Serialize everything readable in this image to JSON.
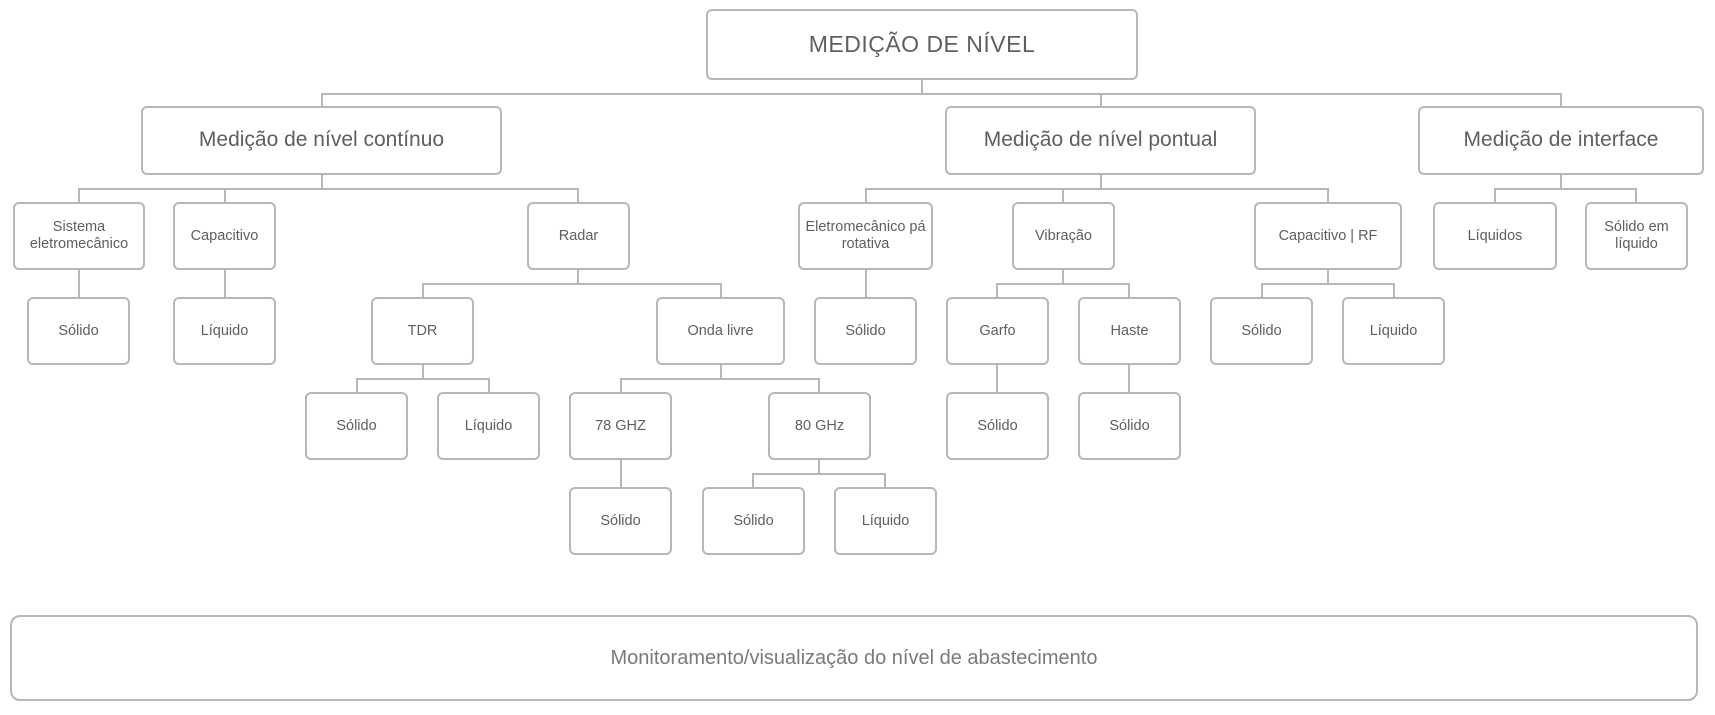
{
  "diagram": {
    "root": "MEDIÇÃO DE NÍVEL",
    "categories": {
      "continuo": "Medição de nível contínuo",
      "pontual": "Medição de nível pontual",
      "interface": "Medição de interface"
    },
    "nodes": {
      "sistema": "Sistema eletromecânico",
      "capacitivo": "Capacitivo",
      "radar": "Radar",
      "solido_sistema": "Sólido",
      "liquido_capacitivo": "Líquido",
      "tdr": "TDR",
      "onda_livre": "Onda livre",
      "solido_tdr": "Sólido",
      "liquido_tdr": "Líquido",
      "ghz78": "78 GHZ",
      "ghz80": "80 GHz",
      "solido_78": "Sólido",
      "solido_80": "Sólido",
      "liquido_80": "Líquido",
      "eletromecanico": "Eletromecânico pá rotativa",
      "vibracao": "Vibração",
      "capacitivo_rf": "Capacitivo | RF",
      "solido_eletro": "Sólido",
      "garfo": "Garfo",
      "haste": "Haste",
      "solido_garfo": "Sólido",
      "solido_haste": "Sólido",
      "solido_rf": "Sólido",
      "liquido_rf": "Líquido",
      "liquidos": "Líquidos",
      "solido_em_liquido": "Sólido em líquido"
    },
    "footer": "Monitoramento/visualização do nível de abastecimento"
  },
  "colors": {
    "border": "#b7b7b7",
    "text": "#5f5f5f",
    "footer_text": "#7a7a7a",
    "background": "#ffffff"
  }
}
